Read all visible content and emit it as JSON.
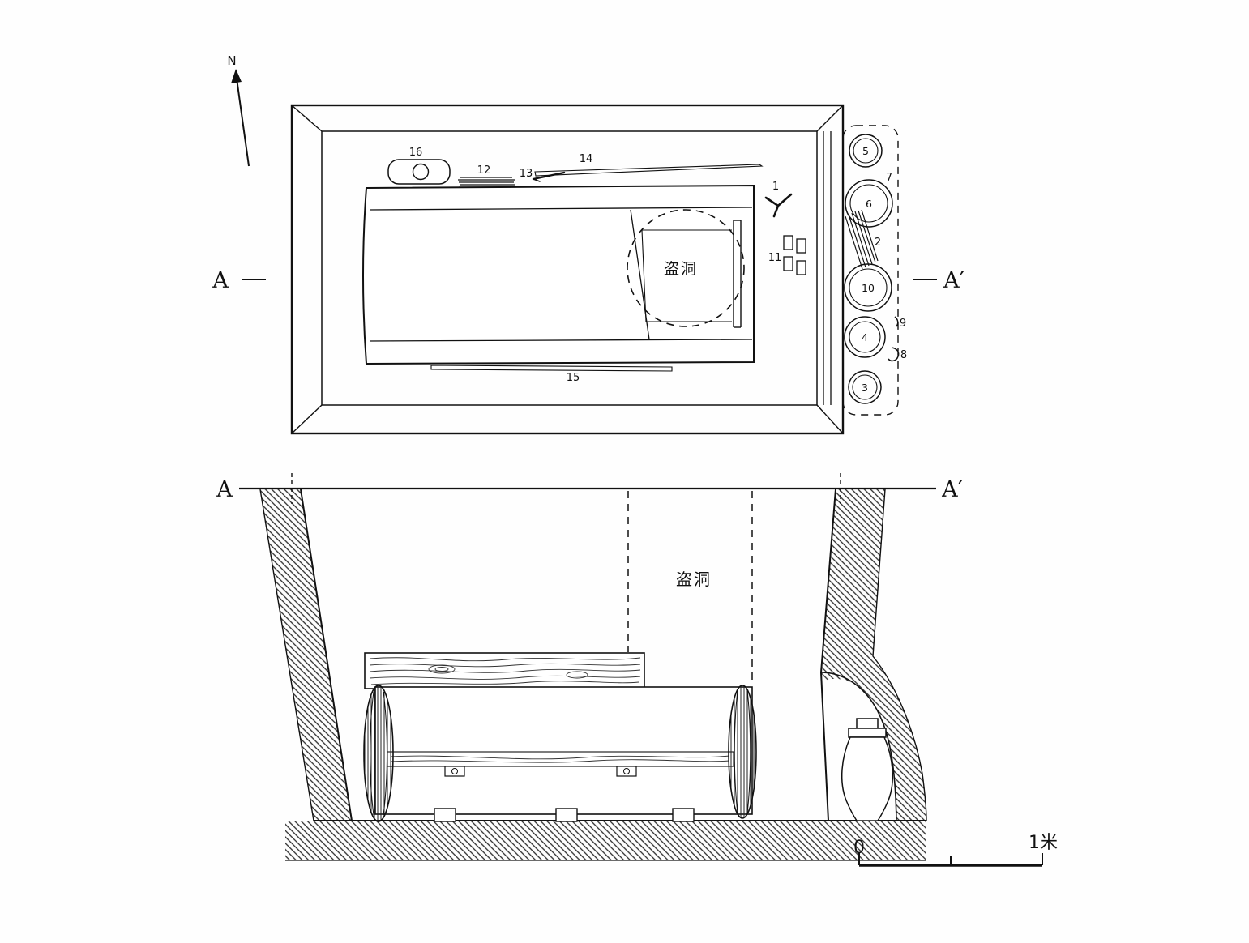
{
  "figure": {
    "compass_label": "N",
    "robber_hole": "盗洞",
    "scale_zero": "0",
    "scale_unit": "1米"
  },
  "markers": {
    "a": "A",
    "a_prime": "A′"
  },
  "plan": {
    "numbers": [
      "1",
      "2",
      "3",
      "4",
      "5",
      "6",
      "7",
      "8",
      "9",
      "10",
      "11",
      "12",
      "13",
      "14",
      "15",
      "16"
    ]
  }
}
